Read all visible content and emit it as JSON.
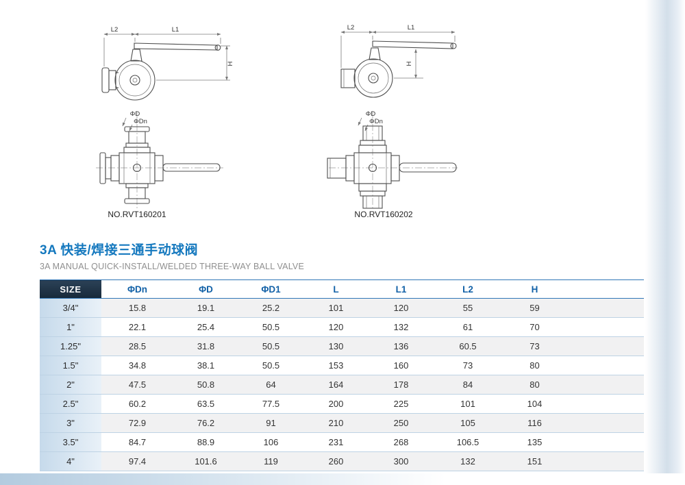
{
  "page": {
    "title_cn": "3A 快装/焊接三通手动球阀",
    "title_en": "3A MANUAL QUICK-INSTALL/WELDED THREE-WAY BALL VALVE"
  },
  "drawings": {
    "left": {
      "number": "NO.RVT160201",
      "dim_l1": "L1",
      "dim_l2": "L2",
      "dim_h": "H",
      "dim_d": "ΦD",
      "dim_dn": "ΦDn"
    },
    "right": {
      "number": "NO.RVT160202",
      "dim_l1": "L1",
      "dim_l2": "L2",
      "dim_h": "H",
      "dim_d": "ΦD",
      "dim_dn": "ΦDn"
    }
  },
  "table": {
    "headers": [
      "SIZE",
      "ΦDn",
      "ΦD",
      "ΦD1",
      "L",
      "L1",
      "L2",
      "H"
    ],
    "rows": [
      [
        "3/4\"",
        "15.8",
        "19.1",
        "25.2",
        "101",
        "120",
        "55",
        "59"
      ],
      [
        "1\"",
        "22.1",
        "25.4",
        "50.5",
        "120",
        "132",
        "61",
        "70"
      ],
      [
        "1.25\"",
        "28.5",
        "31.8",
        "50.5",
        "130",
        "136",
        "60.5",
        "73"
      ],
      [
        "1.5\"",
        "34.8",
        "38.1",
        "50.5",
        "153",
        "160",
        "73",
        "80"
      ],
      [
        "2\"",
        "47.5",
        "50.8",
        "64",
        "164",
        "178",
        "84",
        "80"
      ],
      [
        "2.5\"",
        "60.2",
        "63.5",
        "77.5",
        "200",
        "225",
        "101",
        "104"
      ],
      [
        "3\"",
        "72.9",
        "76.2",
        "91",
        "210",
        "250",
        "105",
        "116"
      ],
      [
        "3.5\"",
        "84.7",
        "88.9",
        "106",
        "231",
        "268",
        "106.5",
        "135"
      ],
      [
        "4\"",
        "97.4",
        "101.6",
        "119",
        "260",
        "300",
        "132",
        "151"
      ]
    ]
  },
  "colors": {
    "title_blue": "#1478be",
    "header_text_blue": "#1261a7",
    "size_header_bg": "#1c2f43",
    "table_line_blue": "#2e75b6",
    "row_separator": "#bdd2e4",
    "size_column_bg": "#cfe0ef",
    "row_shade": "#f1f1f2"
  }
}
